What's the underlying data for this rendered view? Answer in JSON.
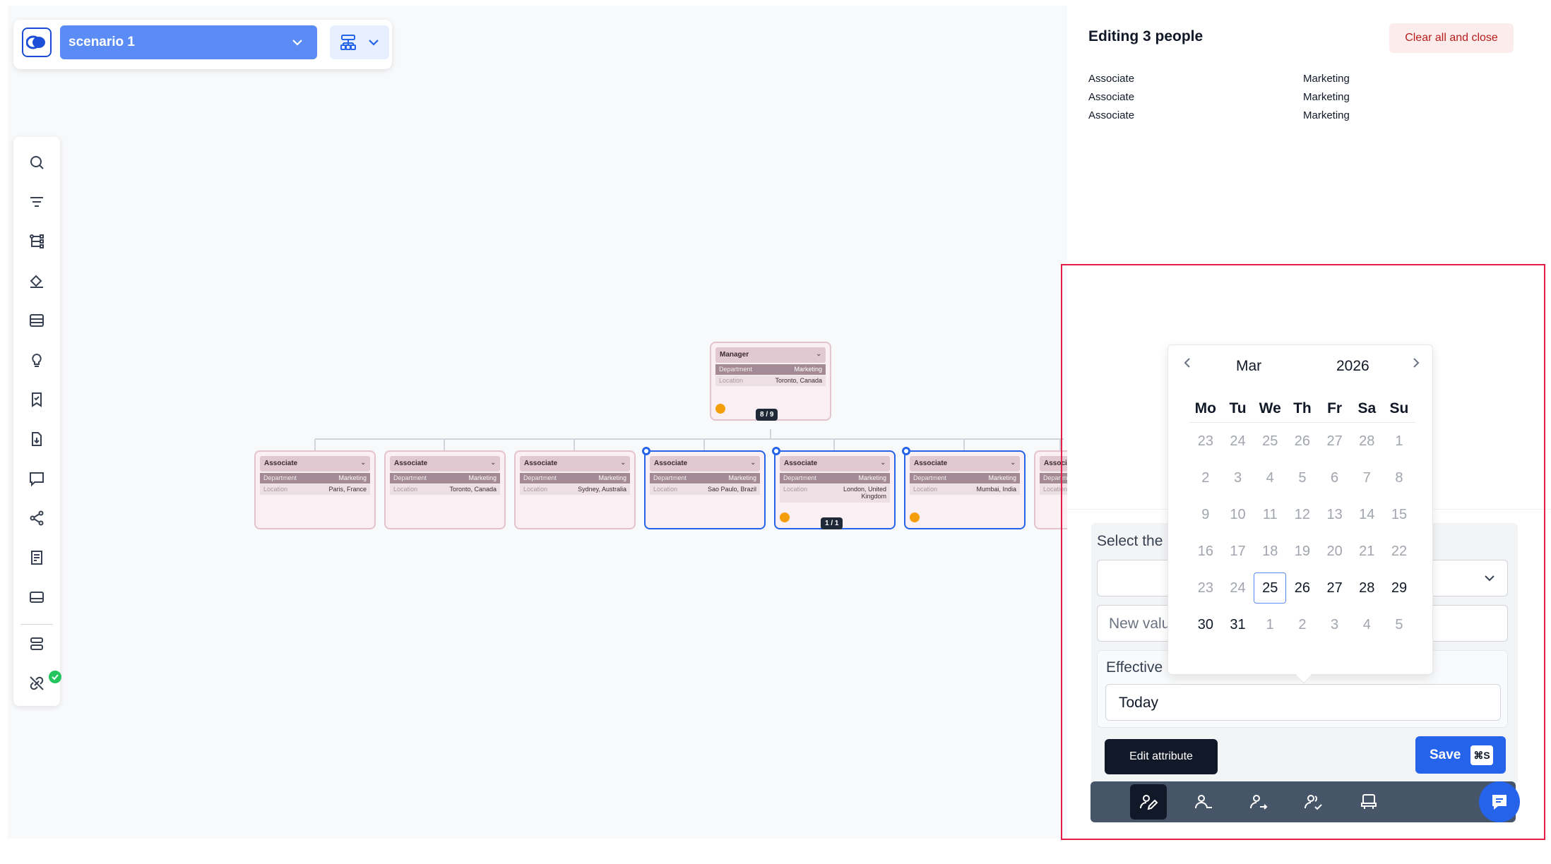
{
  "toolbar": {
    "scenario_label": "scenario 1"
  },
  "sidebar": {
    "icons": [
      "search-icon",
      "filter-icon",
      "hierarchy-icon",
      "paint-bucket-icon",
      "table-icon",
      "lightbulb-icon",
      "bookmark-check-icon",
      "file-download-icon",
      "comment-icon",
      "share-icon",
      "report-icon",
      "drive-icon",
      "stack-icon",
      "link-off-icon"
    ]
  },
  "chart": {
    "manager": {
      "role": "Manager",
      "dept_label": "Department",
      "dept_value": "Marketing",
      "loc_label": "Location",
      "loc_value": "Toronto, Canada",
      "count": "8 / 9"
    },
    "reports": [
      {
        "role": "Associate",
        "dept_label": "Department",
        "dept_value": "Marketing",
        "loc_label": "Location",
        "loc_value": "Paris, France"
      },
      {
        "role": "Associate",
        "dept_label": "Department",
        "dept_value": "Marketing",
        "loc_label": "Location",
        "loc_value": "Toronto, Canada"
      },
      {
        "role": "Associate",
        "dept_label": "Department",
        "dept_value": "Marketing",
        "loc_label": "Location",
        "loc_value": "Sydney, Australia"
      },
      {
        "role": "Associate",
        "dept_label": "Department",
        "dept_value": "Marketing",
        "loc_label": "Location",
        "loc_value": "Sao Paulo, Brazil"
      },
      {
        "role": "Associate",
        "dept_label": "Department",
        "dept_value": "Marketing",
        "loc_label": "Location",
        "loc_value": "London, United Kingdom",
        "count": "1 / 1"
      },
      {
        "role": "Associate",
        "dept_label": "Department",
        "dept_value": "Marketing",
        "loc_label": "Location",
        "loc_value": "Mumbai, India"
      },
      {
        "role": "Associate",
        "dept_label": "Department",
        "dept_value": "",
        "loc_label": "Location",
        "loc_value": ""
      }
    ]
  },
  "panel": {
    "title": "Editing 3 people",
    "clear_label": "Clear all and close",
    "people": [
      {
        "role": "Associate",
        "department": "Marketing"
      },
      {
        "role": "Associate",
        "department": "Marketing"
      },
      {
        "role": "Associate",
        "department": "Marketing"
      }
    ],
    "form": {
      "select_label": "Select the",
      "new_value_placeholder": "New valu",
      "effective_label": "Effective",
      "effective_value": "Today"
    },
    "tooltip": "Edit attribute",
    "save_label": "Save",
    "save_shortcut": "⌘S"
  },
  "calendar": {
    "month": "Mar",
    "year": "2026",
    "weekdays": [
      "Mo",
      "Tu",
      "We",
      "Th",
      "Fr",
      "Sa",
      "Su"
    ],
    "weeks": [
      [
        "23",
        "24",
        "25",
        "26",
        "27",
        "28",
        "1"
      ],
      [
        "2",
        "3",
        "4",
        "5",
        "6",
        "7",
        "8"
      ],
      [
        "9",
        "10",
        "11",
        "12",
        "13",
        "14",
        "15"
      ],
      [
        "16",
        "17",
        "18",
        "19",
        "20",
        "21",
        "22"
      ],
      [
        "23",
        "24",
        "25",
        "26",
        "27",
        "28",
        "29"
      ],
      [
        "30",
        "31",
        "1",
        "2",
        "3",
        "4",
        "5"
      ]
    ],
    "selected_day": "25"
  },
  "bottom_bar": {
    "buttons": [
      "edit-attribute-icon",
      "remove-person-icon",
      "move-person-icon",
      "approve-people-icon",
      "seat-icon"
    ]
  }
}
